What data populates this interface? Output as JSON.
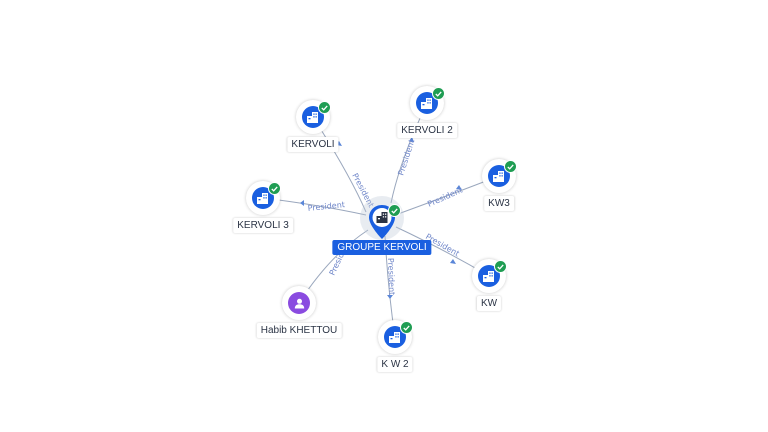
{
  "colors": {
    "company": "#1a5fe0",
    "person": "#8a4be0",
    "verified": "#1f9d53",
    "edge": "#9aa7bd",
    "edge_label": "#6f86c9"
  },
  "hub": {
    "label": "GROUPE KERVOLI",
    "icon": "building-icon",
    "verified": true
  },
  "nodes": [
    {
      "label": "KERVOLI",
      "type": "company",
      "icon": "building-icon",
      "verified": true,
      "relation": "President"
    },
    {
      "label": "KERVOLI 2",
      "type": "company",
      "icon": "building-icon",
      "verified": true,
      "relation": "President"
    },
    {
      "label": "KW3",
      "type": "company",
      "icon": "building-icon",
      "verified": true,
      "relation": "President"
    },
    {
      "label": "KERVOLI 3",
      "type": "company",
      "icon": "building-icon",
      "verified": true,
      "relation": "President"
    },
    {
      "label": "KW",
      "type": "company",
      "icon": "building-icon",
      "verified": true,
      "relation": "President"
    },
    {
      "label": "Habib KHETTOU",
      "type": "person",
      "icon": "person-icon",
      "verified": false,
      "relation": "President"
    },
    {
      "label": "K W 2",
      "type": "company",
      "icon": "building-icon",
      "verified": true,
      "relation": "President"
    }
  ]
}
